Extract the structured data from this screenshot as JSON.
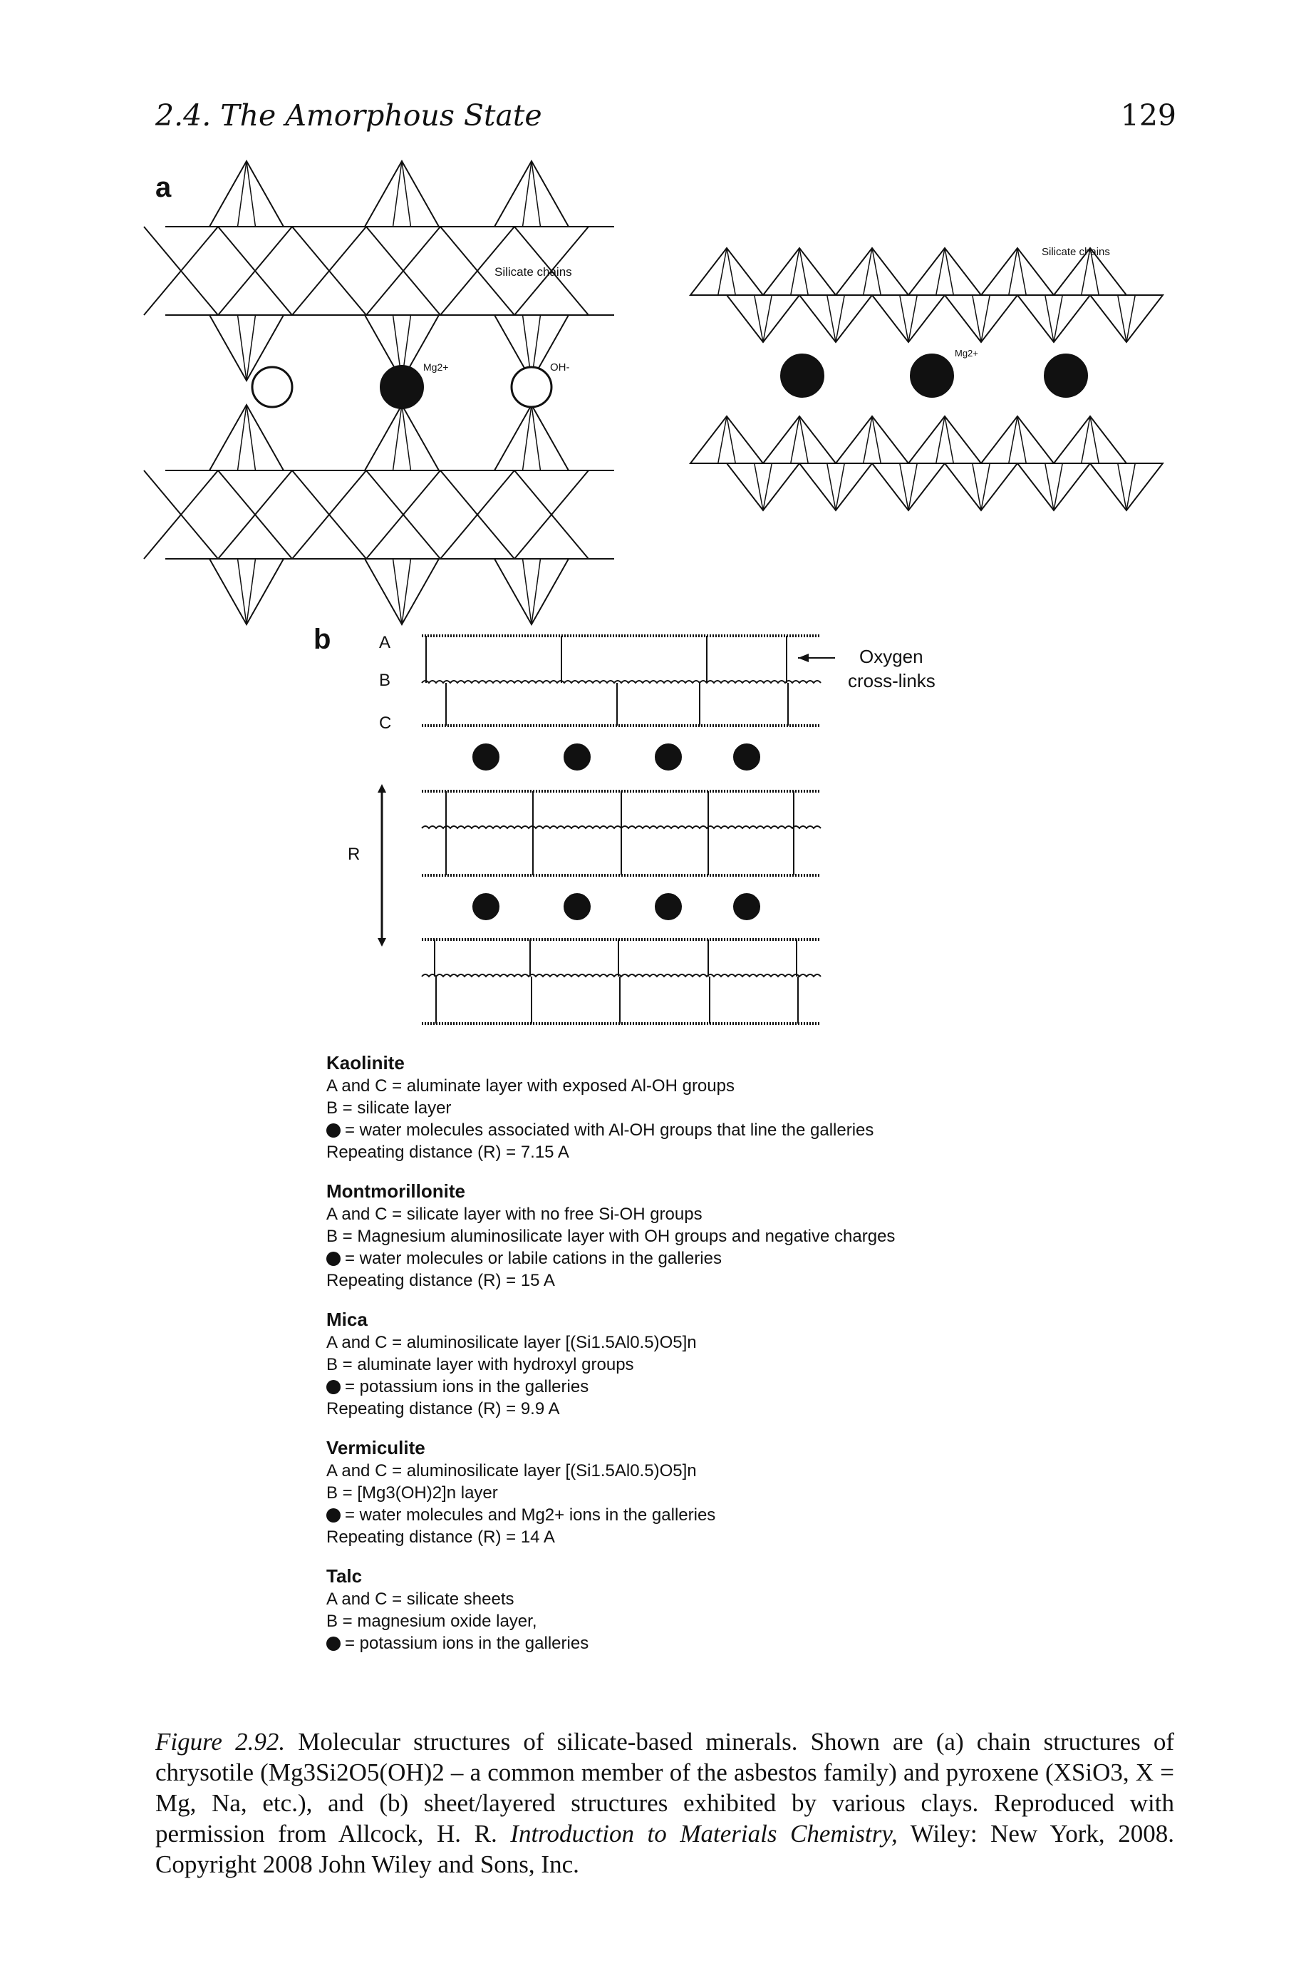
{
  "header": {
    "running_head": "2.4.  The Amorphous State",
    "page_number": "129"
  },
  "panel_a": {
    "label": "a",
    "left_structure": {
      "chain_label": "Silicate chains",
      "mg_label": "Mg2+",
      "oh_label": "OH-"
    },
    "right_structure": {
      "chain_label": "Silicate chains",
      "mg_label": "Mg2+"
    }
  },
  "panel_b": {
    "label": "b",
    "layer_labels": [
      "A",
      "B",
      "C"
    ],
    "repeat_label": "R",
    "annotation": [
      "Oxygen",
      "cross-links"
    ]
  },
  "minerals": [
    {
      "name": "Kaolinite",
      "lines": [
        {
          "dot": false,
          "text": "A and C = aluminate layer with exposed Al-OH groups"
        },
        {
          "dot": false,
          "text": "B = silicate layer"
        },
        {
          "dot": true,
          "text": "= water molecules associated with Al-OH groups that line the galleries"
        },
        {
          "dot": false,
          "text": "Repeating distance (R) = 7.15 A"
        }
      ]
    },
    {
      "name": "Montmorillonite",
      "lines": [
        {
          "dot": false,
          "text": "A and C = silicate layer with no free Si-OH groups"
        },
        {
          "dot": false,
          "text": "B = Magnesium aluminosilicate layer with OH groups and negative charges"
        },
        {
          "dot": true,
          "text": "= water molecules or labile cations in the galleries"
        },
        {
          "dot": false,
          "text": "Repeating distance (R) = 15 A"
        }
      ]
    },
    {
      "name": "Mica",
      "lines": [
        {
          "dot": false,
          "text": "A and C = aluminosilicate layer [(Si1.5Al0.5)O5]n"
        },
        {
          "dot": false,
          "text": "B = aluminate layer with hydroxyl groups"
        },
        {
          "dot": true,
          "text": "= potassium ions in the galleries"
        },
        {
          "dot": false,
          "text": "Repeating distance (R) = 9.9 A"
        }
      ]
    },
    {
      "name": "Vermiculite",
      "lines": [
        {
          "dot": false,
          "text": "A and C = aluminosilicate layer [(Si1.5Al0.5)O5]n"
        },
        {
          "dot": false,
          "text": "B = [Mg3(OH)2]n layer"
        },
        {
          "dot": true,
          "text": "= water molecules and Mg2+ ions in the galleries"
        },
        {
          "dot": false,
          "text": "Repeating distance (R) = 14 A"
        }
      ]
    },
    {
      "name": "Talc",
      "lines": [
        {
          "dot": false,
          "text": "A and C = silicate sheets"
        },
        {
          "dot": false,
          "text": "B = magnesium oxide layer,"
        },
        {
          "dot": true,
          "text": "= potassium ions in the galleries"
        }
      ]
    }
  ],
  "figure_caption": {
    "label": "Figure 2.92.",
    "text": "Molecular structures of silicate-based minerals. Shown are (a) chain structures of chrysotile (Mg3Si2O5(OH)2 – a common member of the asbestos family) and pyroxene (XSiO3, X = Mg, Na, etc.), and (b) sheet/layered structures exhibited by various clays. Reproduced with permission from Allcock, H. R.",
    "book": "Introduction to Materials Chemistry,",
    "publisher": "Wiley: New York, 2008. Copyright 2008 John Wiley and Sons, Inc."
  }
}
